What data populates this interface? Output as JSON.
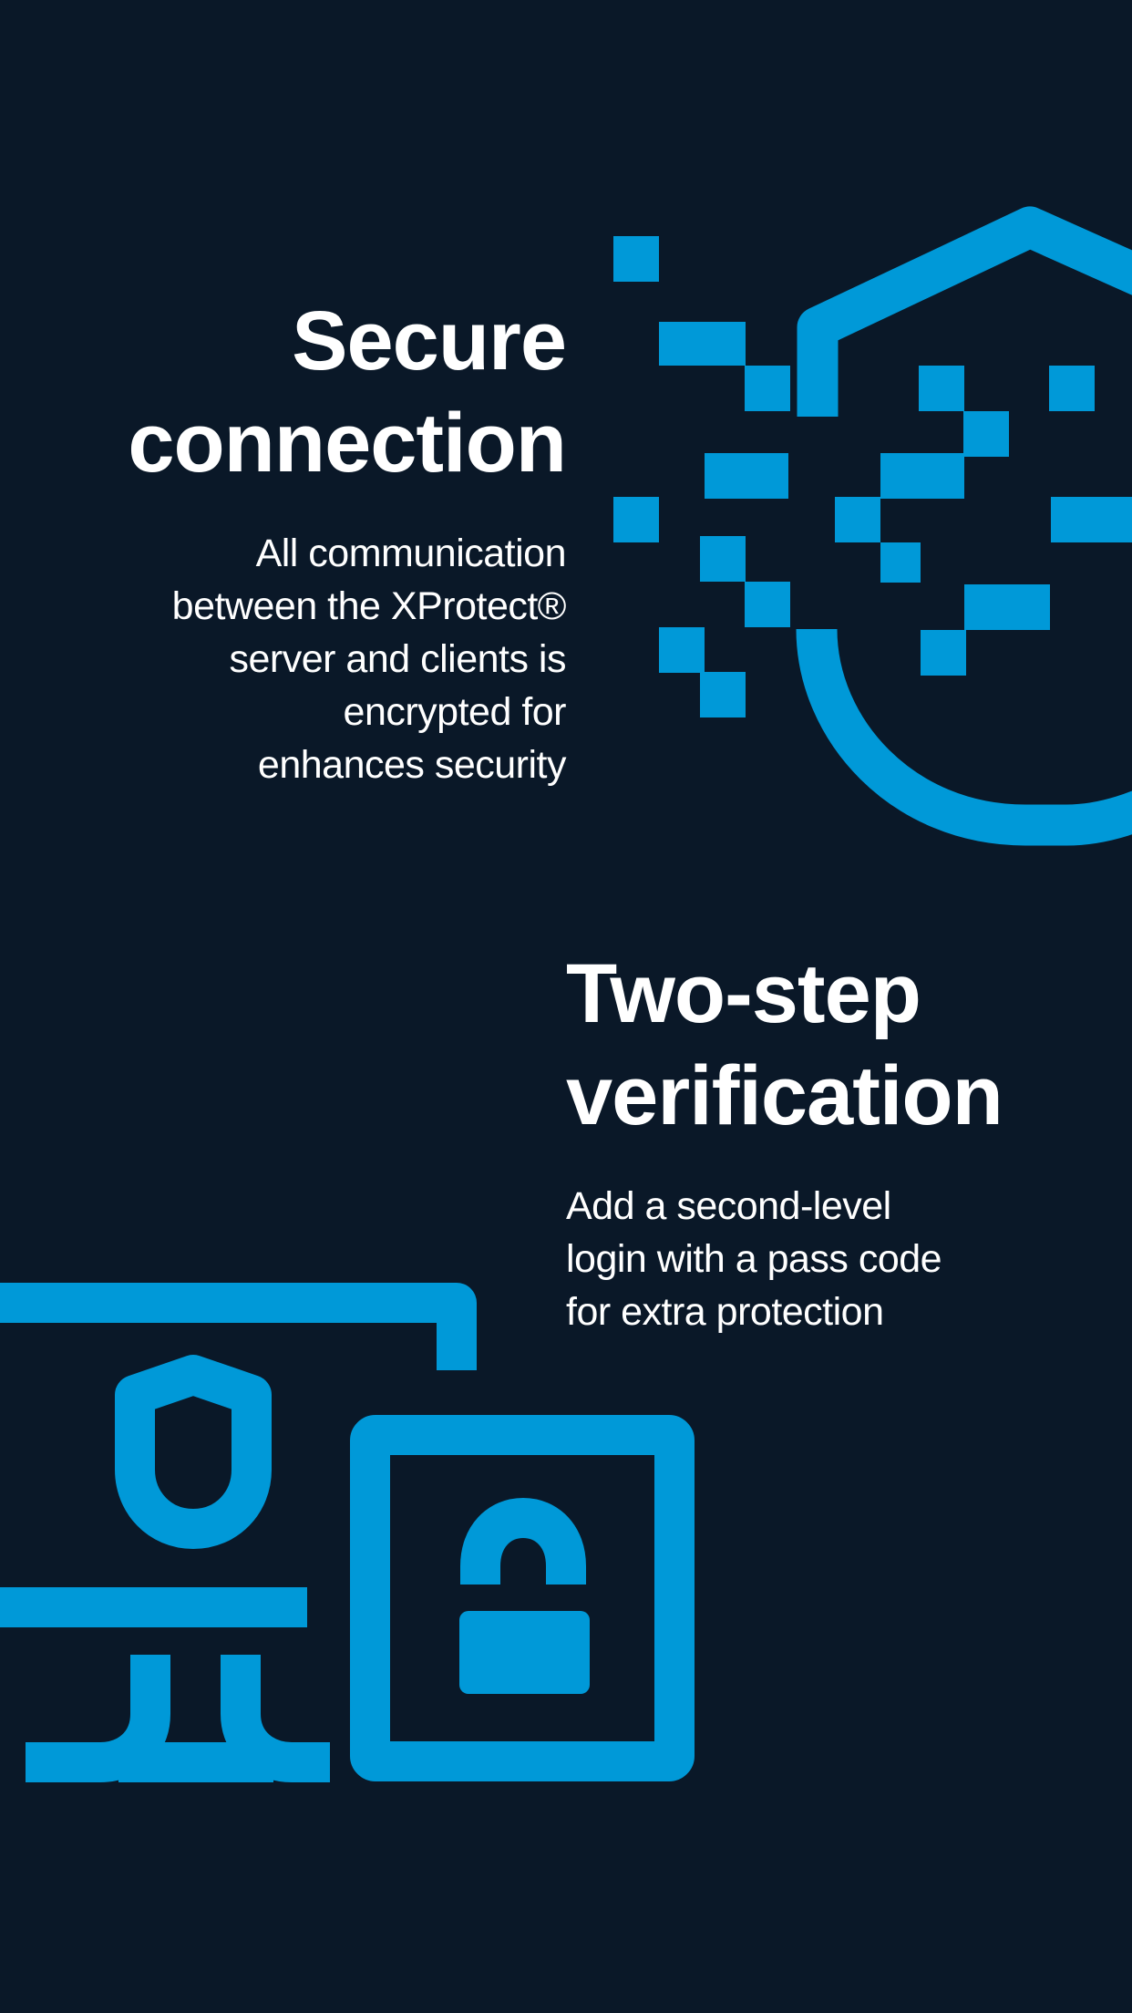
{
  "theme": {
    "background": "#0a1828",
    "accent": "#0099d8",
    "text": "#ffffff"
  },
  "sections": {
    "secure": {
      "title_lines": [
        "Secure",
        "connection"
      ],
      "body_lines": [
        "All communication",
        "between the XProtect®",
        "server and clients is",
        "encrypted for",
        "enhances security"
      ],
      "illustration_icon": "pixel-shield-icon"
    },
    "twostep": {
      "title_lines": [
        "Two-step",
        "verification"
      ],
      "body_lines": [
        "Add a second-level",
        "login with a pass code",
        "for extra protection"
      ],
      "illustration_icon": "monitor-shield-lock-icon"
    }
  }
}
